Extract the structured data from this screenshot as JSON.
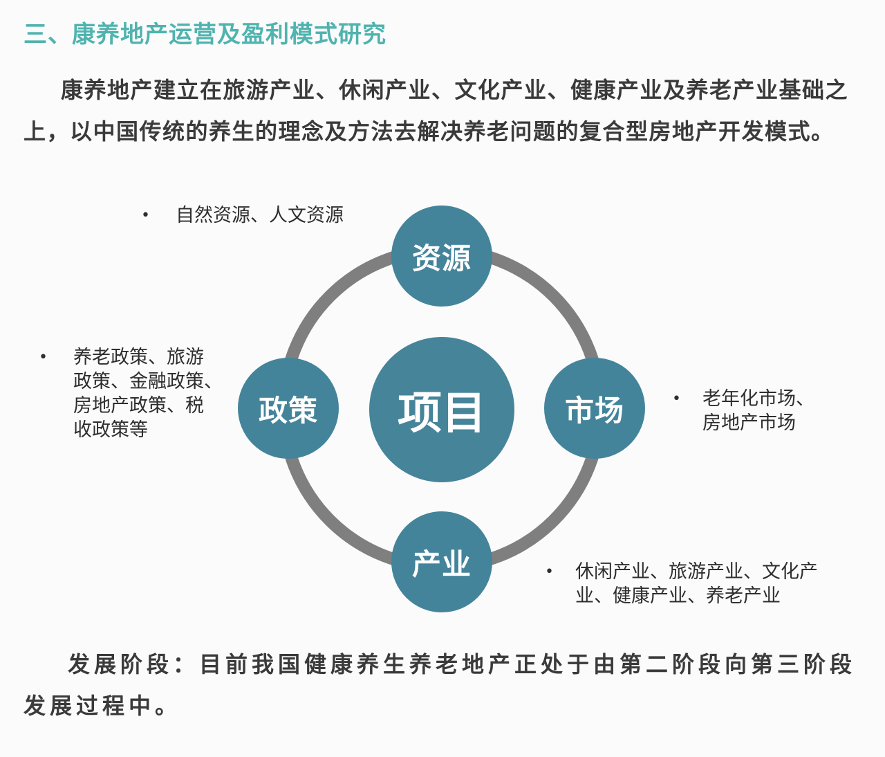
{
  "heading": "三、康养地产运营及盈利模式研究",
  "intro_paragraph": "康养地产建立在旅游产业、休闲产业、文化产业、健康产业及养老产业基础之上，以中国传统的养生的理念及方法去解决养老问题的复合型房地产开发模式。",
  "diagram": {
    "center": "项目",
    "nodes": {
      "top": "资源",
      "right": "市场",
      "bottom": "产业",
      "left": "政策"
    },
    "annotations": {
      "top": "自然资源、人文资源",
      "left": "养老政策、旅游\n政策、金融政策、\n房地产政策、税\n收政策等",
      "right": "老年化市场、\n房地产市场",
      "bottom": "休闲产业、旅游产业、文化产\n业、健康产业、养老产业"
    },
    "bullet_glyph": "•",
    "colors": {
      "node_fill": "#44849a",
      "ring": "#7f7f80",
      "heading": "#4fb3ae"
    }
  },
  "stage_paragraph": "发展阶段：目前我国健康养生养老地产正处于由第二阶段向第三阶段发展过程中。"
}
